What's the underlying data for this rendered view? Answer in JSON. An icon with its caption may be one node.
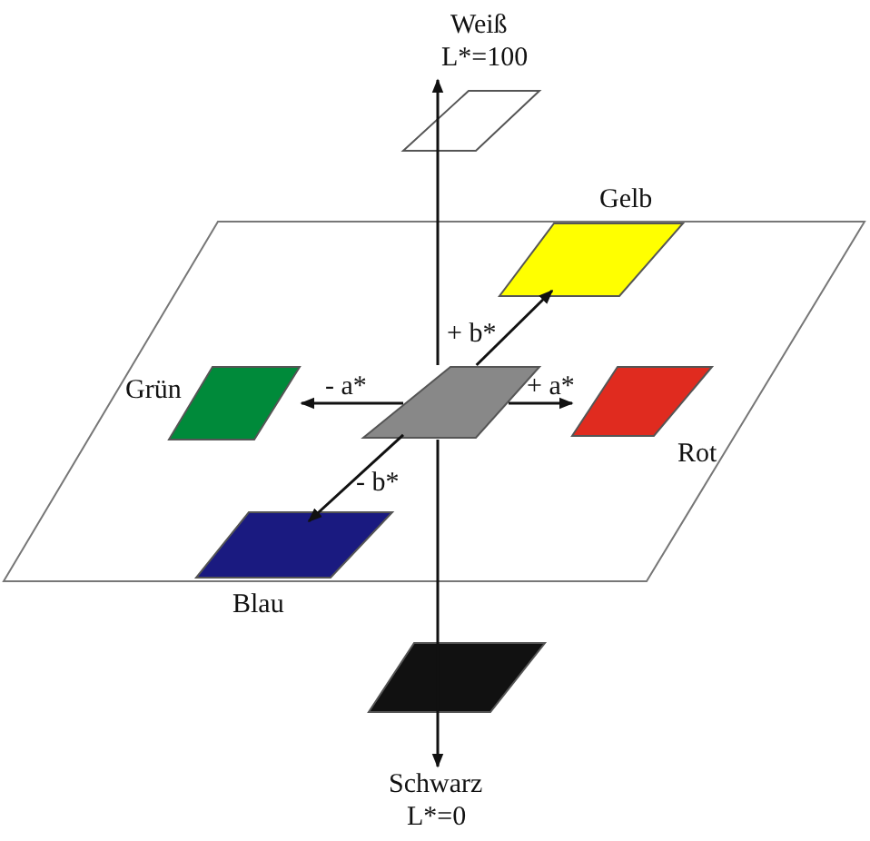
{
  "diagram": {
    "nodes": [
      {
        "text": [
          "Weiß",
          "L*=100"
        ]
      },
      {
        "text": [
          "Gelb"
        ]
      },
      {
        "text": [
          "Grün"
        ]
      },
      {
        "text": [],
        "shape": "box"
      },
      {
        "text": [
          "Rot"
        ]
      },
      {
        "text": [
          "Blau"
        ]
      },
      {
        "text": [
          "Schwarz",
          "L*=0"
        ]
      }
    ],
    "edges": [
      {
        "from": 3,
        "to": 0,
        "arrow": "to"
      },
      {
        "from": 3,
        "to": 1,
        "arrow": "to",
        "label": "+ b*"
      },
      {
        "from": 3,
        "to": 2,
        "arrow": "to",
        "label": "- a*"
      },
      {
        "from": 3,
        "to": 4,
        "arrow": "to",
        "label": "+ a*"
      },
      {
        "from": 3,
        "to": 5,
        "arrow": "to",
        "label": "- b*"
      },
      {
        "from": 3,
        "to": 6,
        "arrow": "to"
      }
    ]
  }
}
